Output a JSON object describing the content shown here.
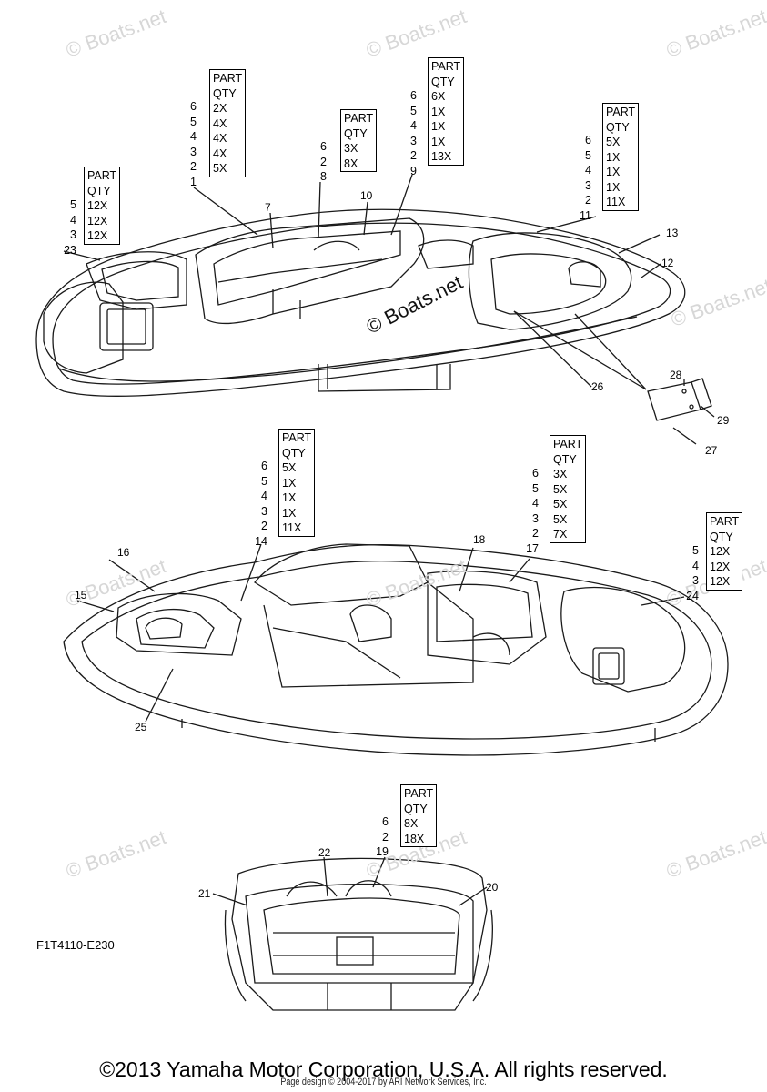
{
  "watermarks": {
    "site": "© Boats.net",
    "center": "© Boats.net"
  },
  "tables": [
    {
      "id": "t1",
      "header": [
        "PART",
        "QTY"
      ],
      "keys": [
        "6",
        "5",
        "4",
        "3",
        "2",
        "1"
      ],
      "qtys": [
        "2X",
        "4X",
        "4X",
        "4X",
        "5X"
      ]
    },
    {
      "id": "t2",
      "header": [
        "PART",
        "QTY"
      ],
      "keys": [
        "6",
        "2",
        "8"
      ],
      "qtys": [
        "3X",
        "8X"
      ]
    },
    {
      "id": "t3",
      "header": [
        "PART",
        "QTY"
      ],
      "keys": [
        "6",
        "5",
        "4",
        "3",
        "2",
        "9"
      ],
      "qtys": [
        "6X",
        "1X",
        "1X",
        "1X",
        "13X"
      ]
    },
    {
      "id": "t4",
      "header": [
        "PART",
        "QTY"
      ],
      "keys": [
        "6",
        "5",
        "4",
        "3",
        "2",
        "11"
      ],
      "qtys": [
        "5X",
        "1X",
        "1X",
        "1X",
        "11X"
      ]
    },
    {
      "id": "t5",
      "header": [
        "PART",
        "QTY"
      ],
      "keys": [
        "5",
        "4",
        "3",
        "23"
      ],
      "qtys": [
        "12X",
        "12X",
        "12X"
      ]
    },
    {
      "id": "t6",
      "header": [
        "PART",
        "QTY"
      ],
      "keys": [
        "6",
        "5",
        "4",
        "3",
        "2",
        "14"
      ],
      "qtys": [
        "5X",
        "1X",
        "1X",
        "1X",
        "11X"
      ]
    },
    {
      "id": "t7",
      "header": [
        "PART",
        "QTY"
      ],
      "keys": [
        "6",
        "5",
        "4",
        "3",
        "2",
        "17"
      ],
      "qtys": [
        "3X",
        "5X",
        "5X",
        "5X",
        "7X"
      ]
    },
    {
      "id": "t8",
      "header": [
        "PART",
        "QTY"
      ],
      "keys": [
        "5",
        "4",
        "3",
        "24"
      ],
      "qtys": [
        "12X",
        "12X",
        "12X"
      ]
    },
    {
      "id": "t9",
      "header": [
        "PART",
        "QTY"
      ],
      "keys": [
        "6",
        "2",
        "19"
      ],
      "qtys": [
        "8X",
        "18X"
      ]
    }
  ],
  "callouts": {
    "c7": "7",
    "c10": "10",
    "c12": "12",
    "c13": "13",
    "c26": "26",
    "c27": "27",
    "c28": "28",
    "c29": "29",
    "c15": "15",
    "c16": "16",
    "c18": "18",
    "c25": "25",
    "c20": "20",
    "c21": "21",
    "c22": "22"
  },
  "figure_code": "F1T4110-E230",
  "copyright": "©2013 Yamaha Motor Corporation, U.S.A. All rights reserved.",
  "page_design": "Page design © 2004-2017 by ARI Network Services, Inc.",
  "colors": {
    "line": "#1a1a1a",
    "watermark": "#d7d7d7"
  }
}
